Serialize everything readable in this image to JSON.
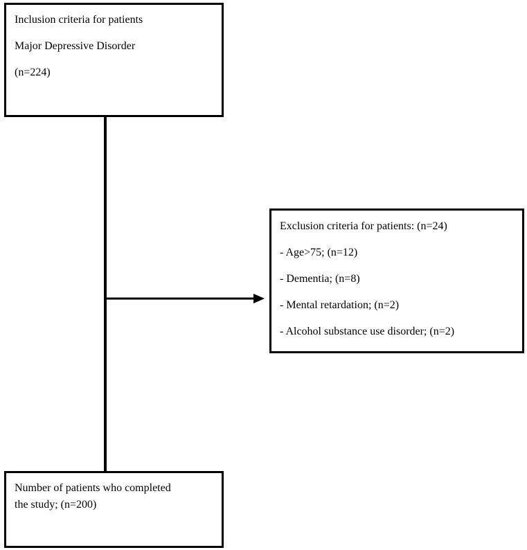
{
  "diagram": {
    "inclusion": {
      "lines": [
        "Inclusion criteria for patients",
        "Major Depressive Disorder",
        "(n=224)"
      ]
    },
    "exclusion": {
      "lines": [
        "Exclusion criteria for patients: (n=24)",
        "- Age>75; (n=12)",
        "- Dementia; (n=8)",
        "- Mental retardation; (n=2)",
        "- Alcohol substance use disorder; (n=2)"
      ]
    },
    "completed": {
      "lines": [
        "Number of patients who completed",
        "the study; (n=200)"
      ]
    },
    "colors": {
      "line": "#000000",
      "background": "#ffffff"
    }
  }
}
